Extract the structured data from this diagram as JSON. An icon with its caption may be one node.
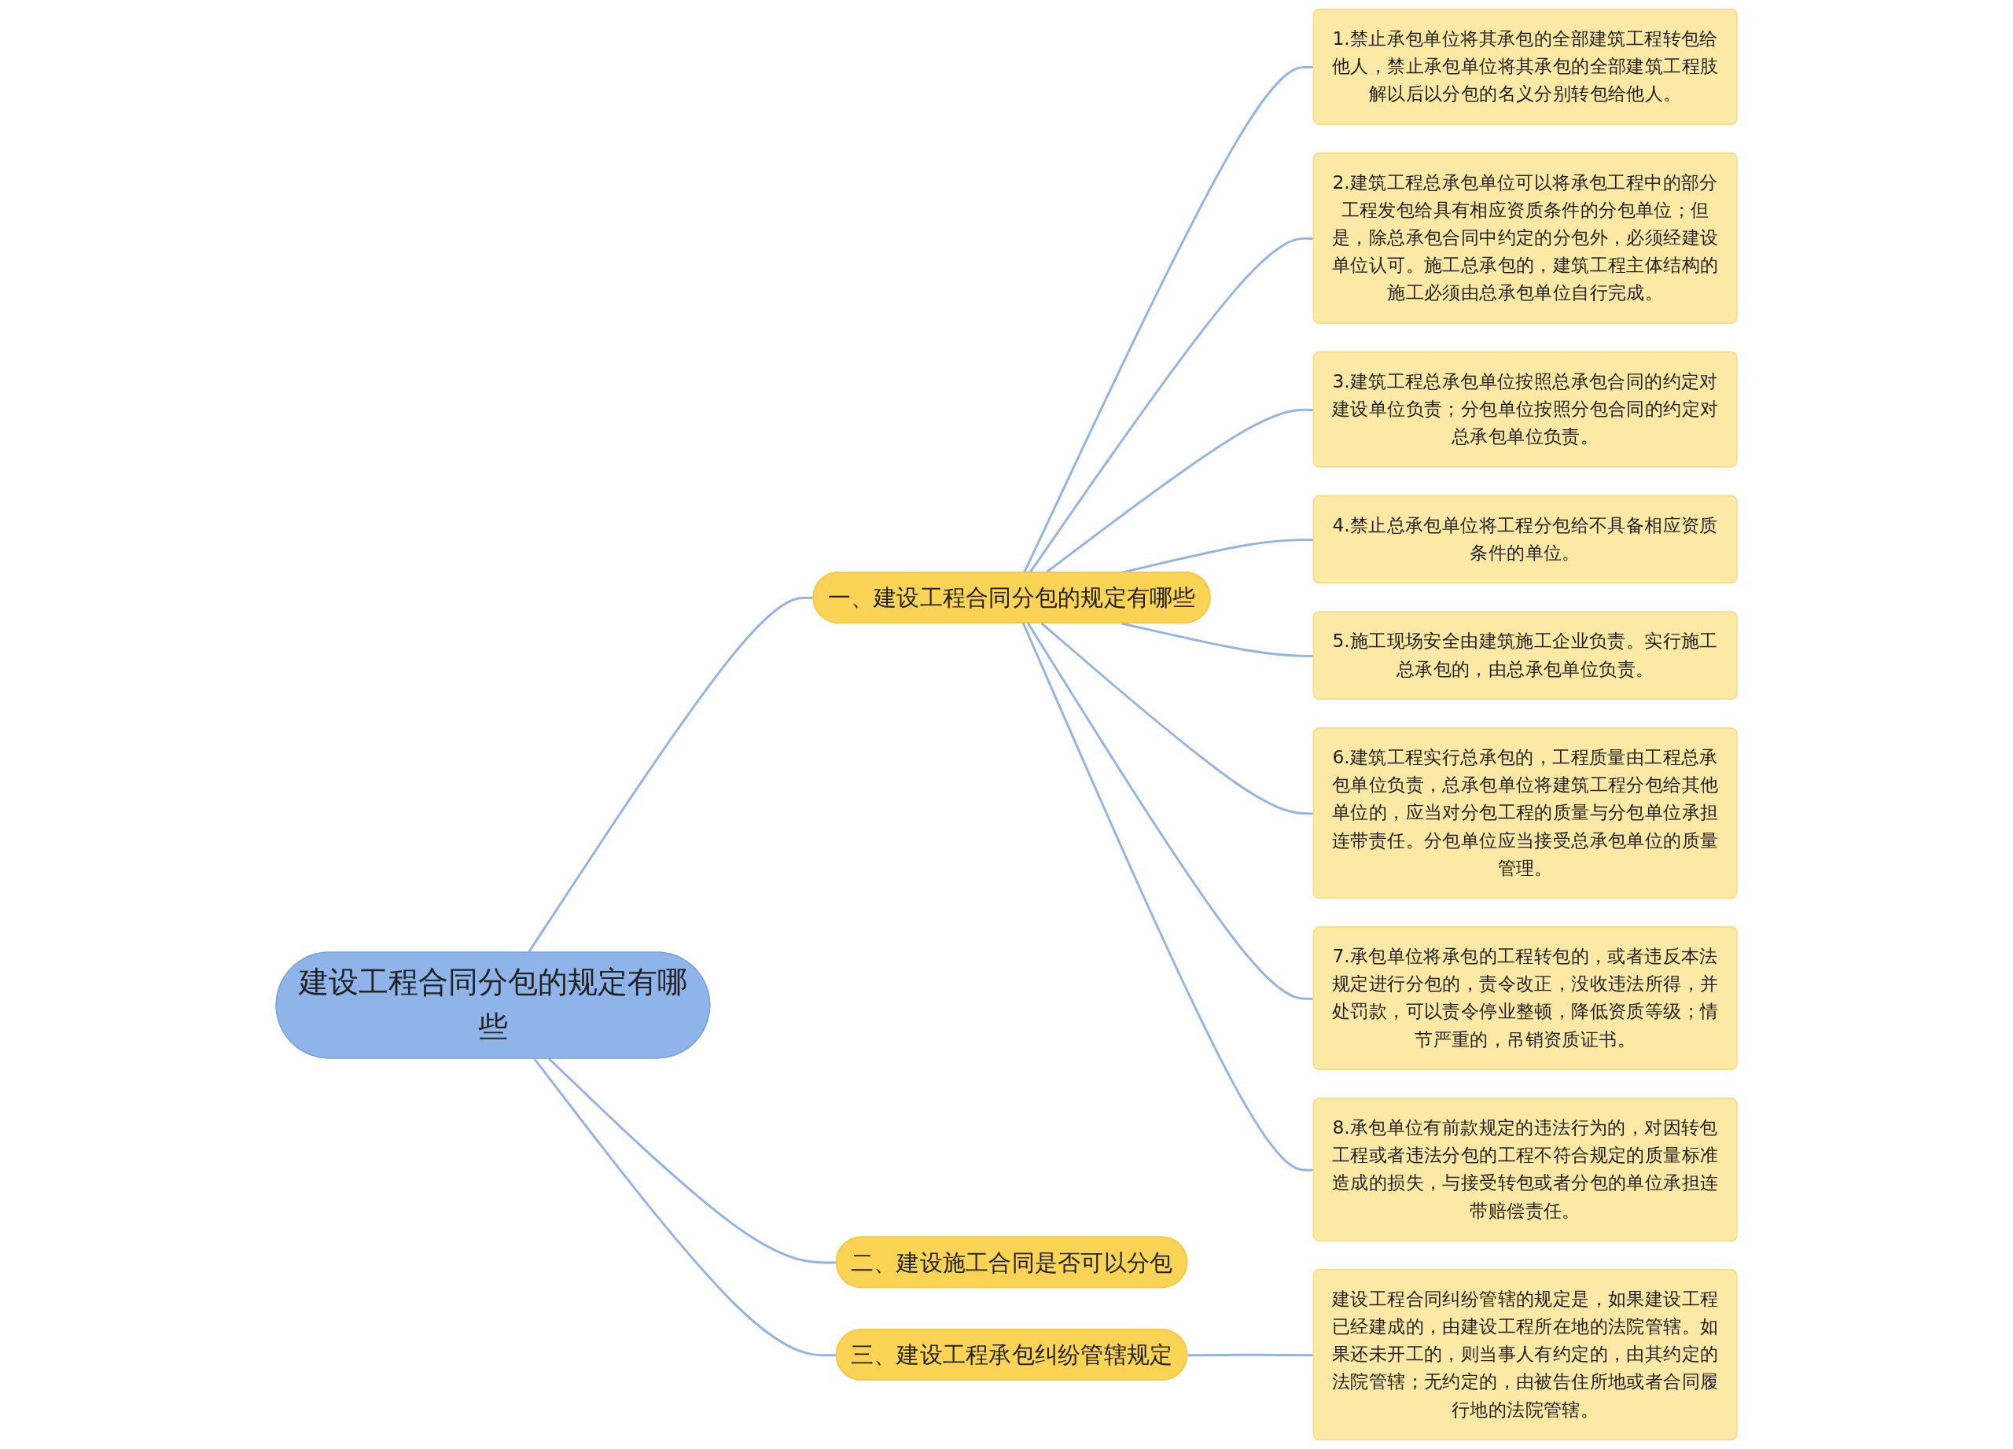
{
  "diagram": {
    "nodes": [
      {
        "text": [
          "建设工程合同分包的规定有哪些"
        ]
      },
      {
        "text": [
          "一、建设工程合同分包的规定有哪些"
        ]
      },
      {
        "text": [
          "1.禁止承包单位将其承包的全部建筑工程转包给他人，禁止承包单位将其承包的全部建筑工程肢解以后以分包的名义分别转包给他人。"
        ]
      },
      {
        "text": [
          "2.建筑工程总承包单位可以将承包工程中的部分工程发包给具有相应资质条件的分包单位；但是，除总承包合同中约定的分包外，必须经建设单位认可。施工总承包的，建筑工程主体结构的施工必须由总承包单位自行完成。"
        ]
      },
      {
        "text": [
          "3.建筑工程总承包单位按照总承包合同的约定对建设单位负责；分包单位按照分包合同的约定对总承包单位负责。"
        ]
      },
      {
        "text": [
          "4.禁止总承包单位将工程分包给不具备相应资质条件的单位。"
        ]
      },
      {
        "text": [
          "5.施工现场安全由建筑施工企业负责。实行施工总承包的，由总承包单位负责。"
        ]
      },
      {
        "text": [
          "6.建筑工程实行总承包的，工程质量由工程总承包单位负责，总承包单位将建筑工程分包给其他单位的，应当对分包工程的质量与分包单位承担连带责任。分包单位应当接受总承包单位的质量管理。"
        ]
      },
      {
        "text": [
          "7.承包单位将承包的工程转包的，或者违反本法规定进行分包的，责令改正，没收违法所得，并处罚款，可以责令停业整顿，降低资质等级；情节严重的，吊销资质证书。"
        ]
      },
      {
        "text": [
          "8.承包单位有前款规定的违法行为的，对因转包工程或者违法分包的工程不符合规定的质量标准造成的损失，与接受转包或者分包的单位承担连带赔偿责任。"
        ]
      },
      {
        "text": [
          "二、建设施工合同是否可以分包"
        ]
      },
      {
        "text": [
          "三、建设工程承包纠纷管辖规定"
        ]
      },
      {
        "text": [
          "建设工程合同纠纷管辖的规定是，如果建设工程已经建成的，由建设工程所在地的法院管辖。如果还未开工的，则当事人有约定的，由其约定的法院管辖；无约定的，由被告住所地或者合同履行地的法院管辖。"
        ]
      }
    ],
    "edges": [
      {
        "from": 0,
        "to": 1,
        "arrow": "none"
      },
      {
        "from": 1,
        "to": 2,
        "arrow": "none"
      },
      {
        "from": 1,
        "to": 3,
        "arrow": "none"
      },
      {
        "from": 1,
        "to": 4,
        "arrow": "none"
      },
      {
        "from": 1,
        "to": 5,
        "arrow": "none"
      },
      {
        "from": 1,
        "to": 6,
        "arrow": "none"
      },
      {
        "from": 1,
        "to": 7,
        "arrow": "none"
      },
      {
        "from": 1,
        "to": 8,
        "arrow": "none"
      },
      {
        "from": 1,
        "to": 9,
        "arrow": "none"
      },
      {
        "from": 0,
        "to": 10,
        "arrow": "none"
      },
      {
        "from": 0,
        "to": 11,
        "arrow": "none"
      },
      {
        "from": 11,
        "to": 12,
        "arrow": "none"
      }
    ]
  }
}
